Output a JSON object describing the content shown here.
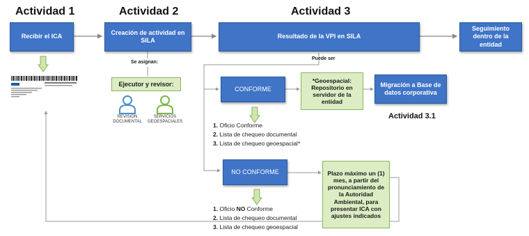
{
  "headers": {
    "actividad1": "Actividad 1",
    "actividad2": "Actividad 2",
    "actividad3": "Actividad 3",
    "actividad31": "Actividad 3.1"
  },
  "boxes": {
    "recibir": "Recibir el ICA",
    "creacion": "Creación de actividad en SILA",
    "resultado": "Resultado de la VPI en SILA",
    "seguimiento": "Seguimiento dentro de la entidad",
    "conforme": "CONFORME",
    "no_conforme": "NO CONFORME",
    "migracion": "Migración a Base de datos corporativa"
  },
  "notes": {
    "puede_ser": "Puede ser",
    "se_asignan": "Se asignan:",
    "ejecutor": "Ejecutor y revisor:",
    "geoespacial": "*Geoespacial: Repositorio en servidor de la entidad",
    "plazo": "Plazo máximo un (1) mes, a partir del pronunciamiento de la Autoridad Ambiental, para presentar ICA con ajustes indicados"
  },
  "roles": {
    "revision": "REVISIÓN DOCUMENTAL",
    "servicios": "SERVICIOS GEOESPACIALES"
  },
  "conforme_list": [
    {
      "num": "1.",
      "text": "Oficio Conforme"
    },
    {
      "num": "2.",
      "text": "Lista de chequeo documental"
    },
    {
      "num": "3.",
      "text": "Lista de chequeo geoespacial*"
    }
  ],
  "no_conforme_list": [
    {
      "num": "1.",
      "pre": "Oficio ",
      "bold": "NO",
      "post": " Conforme"
    },
    {
      "num": "2.",
      "text": "Lista de chequeo documental"
    },
    {
      "num": "3.",
      "text": "Lista de chequeo geoespacial"
    }
  ],
  "colors": {
    "blue_box": "#3f74c6",
    "green_box": "#dcedc4",
    "green_arrow": "#b9d98e",
    "person_blue": "#4a8fd0",
    "person_green": "#7ab648"
  },
  "icons": [
    "barcode-document-icon",
    "reviewer-person-icon",
    "geospatial-person-icon",
    "down-arrow-icon"
  ]
}
